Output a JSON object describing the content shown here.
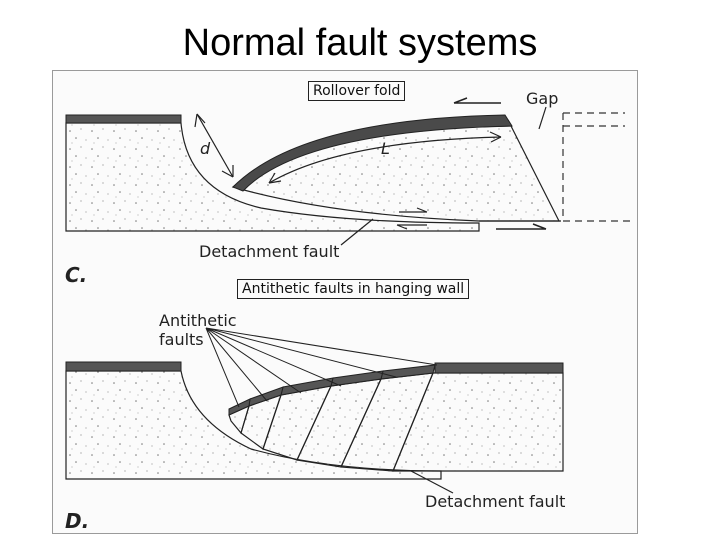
{
  "slide": {
    "title": "Normal fault systems"
  },
  "callouts": {
    "rollover": "Rollover fold",
    "antithetic": "Antithetic faults in hanging wall"
  },
  "panel_c": {
    "label": "C.",
    "gap": "Gap",
    "d": "d",
    "L": "L",
    "detachment": "Detachment fault"
  },
  "panel_d": {
    "label": "D.",
    "antithetic_line1": "Antithetic",
    "antithetic_line2": "faults",
    "detachment": "Detachment fault"
  }
}
